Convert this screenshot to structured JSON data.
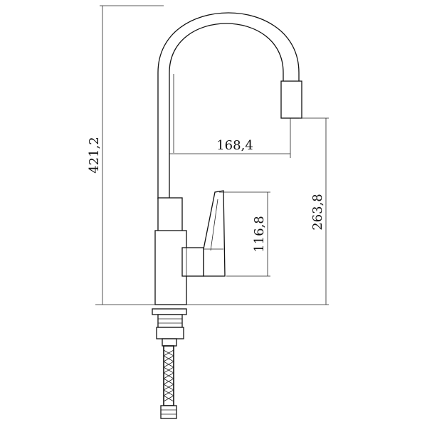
{
  "dimensions": {
    "total_height": "421,2",
    "spout_reach": "168,4",
    "spout_height": "263,8",
    "handle_height": "116,8"
  },
  "colors": {
    "line": "#111111",
    "background": "#ffffff"
  }
}
